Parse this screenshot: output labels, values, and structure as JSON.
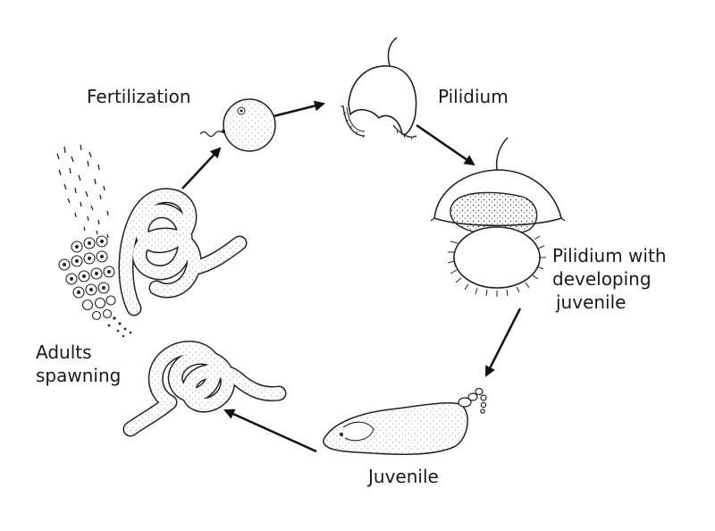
{
  "diagram": {
    "title": "",
    "stages": {
      "fertilization": "Fertilization",
      "pilidium": "Pilidium",
      "pilidium_with_juvenile": [
        "Pilidium with",
        "developing",
        "juvenile"
      ],
      "juvenile": "Juvenile",
      "adults_spawning": [
        "Adults",
        "spawning"
      ]
    },
    "colors": {
      "ink": "#1a1a1a",
      "background": "#ffffff"
    }
  }
}
